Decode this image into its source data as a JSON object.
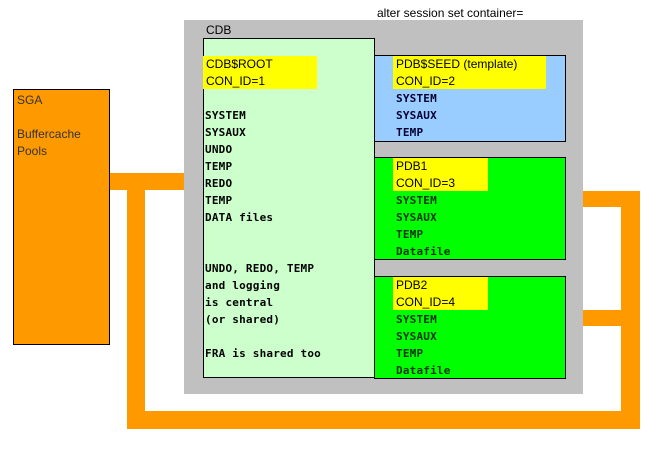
{
  "caption": "alter session set container=",
  "cdb": {
    "label": "CDB",
    "root": {
      "name": "CDB$ROOT",
      "con_id": "CON_ID=1",
      "files": [
        "SYSTEM",
        "SYSAUX",
        "UNDO",
        "TEMP",
        "REDO",
        "TEMP",
        "DATA files"
      ],
      "notes": [
        "UNDO, REDO, TEMP",
        "and logging",
        "is central",
        "(or shared)",
        "",
        "FRA is shared too"
      ]
    },
    "pdbs": [
      {
        "name": "PDB$SEED (template)",
        "con_id": "CON_ID=2",
        "files": [
          "SYSTEM",
          "SYSAUX",
          "TEMP"
        ],
        "color": "#99ccff"
      },
      {
        "name": "PDB1",
        "con_id": "CON_ID=3",
        "files": [
          "SYSTEM",
          "SYSAUX",
          "TEMP",
          "Datafile"
        ],
        "color": "#00ff00"
      },
      {
        "name": "PDB2",
        "con_id": "CON_ID=4",
        "files": [
          "SYSTEM",
          "SYSAUX",
          "TEMP",
          "Datafile"
        ],
        "color": "#00ff00"
      }
    ]
  },
  "sga": {
    "title": "SGA",
    "lines": [
      "Buffercache",
      "Pools"
    ],
    "color": "#ff9900"
  },
  "colors": {
    "connector": "#ff9900",
    "cdb_frame": "#c0c0c0",
    "root_fill": "#ccffcc",
    "highlight": "#ffff00"
  }
}
